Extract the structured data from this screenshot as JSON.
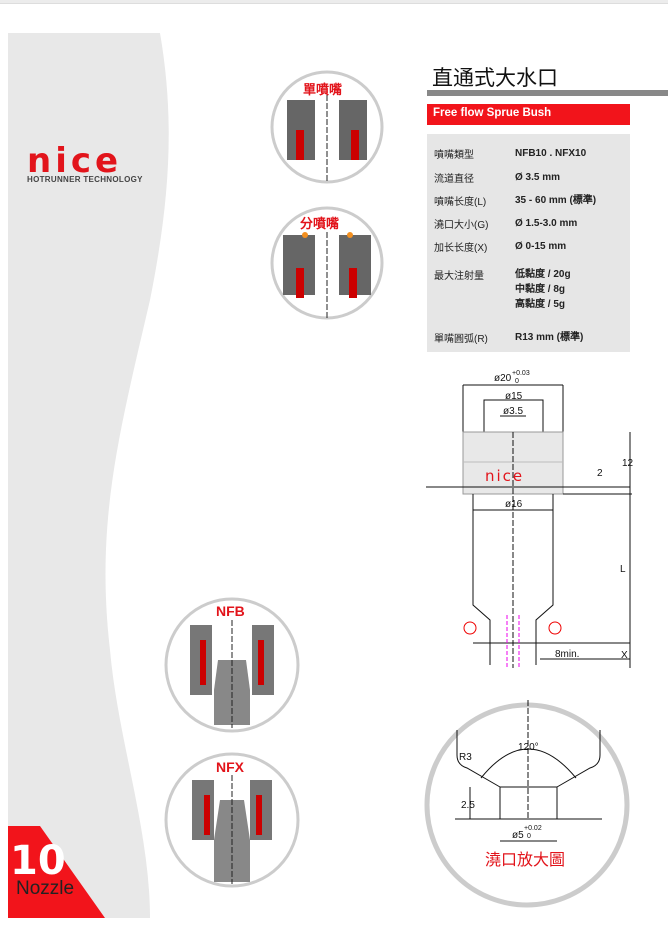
{
  "brand": {
    "logo": "nice",
    "tagline": "HOTRUNNER TECHNOLOGY"
  },
  "page": {
    "number": "10",
    "section": "Nozzle"
  },
  "title": "直通式大水口",
  "subtitle": "Free flow Sprue Bush",
  "specs": [
    {
      "label": "噴嘴類型",
      "value": [
        "NFB10 . NFX10"
      ]
    },
    {
      "label": "流道直径",
      "value": [
        "Ø 3.5 mm"
      ]
    },
    {
      "label": "噴嘴长度(L)",
      "value": [
        "35 - 60 mm (標準)"
      ]
    },
    {
      "label": "澆口大小(G)",
      "value": [
        "Ø 1.5-3.0 mm"
      ]
    },
    {
      "label": "加长长度(X)",
      "value": [
        "Ø 0-15 mm"
      ]
    },
    {
      "label": "最大注射量",
      "value": [
        "低黏度 / 20g",
        "中黏度 / 8g",
        "高黏度 / 5g"
      ]
    },
    {
      "label": "單嘴圓弧(R)",
      "value": [
        "R13 mm (標準)"
      ]
    }
  ],
  "details": {
    "single": "單噴嘴",
    "multi": "分噴嘴",
    "nfb": "NFB",
    "nfx": "NFX",
    "gate_enlarged": "澆口放大圖"
  },
  "drawing": {
    "d20": "ø20",
    "tol20_up": "+0.03",
    "tol20_lo": "0",
    "d15": "ø15",
    "d35": "ø3.5",
    "d16": "ø16",
    "h12": "12",
    "h2": "2",
    "L": "L",
    "X": "X",
    "min8": "8min.",
    "angle": "120°",
    "r3": "R3",
    "h25": "2.5",
    "d5": "ø5",
    "tol5_up": "+0.02",
    "tol5_lo": "0"
  },
  "colors": {
    "accent": "#e2141b",
    "panel": "#e6e6e6"
  }
}
